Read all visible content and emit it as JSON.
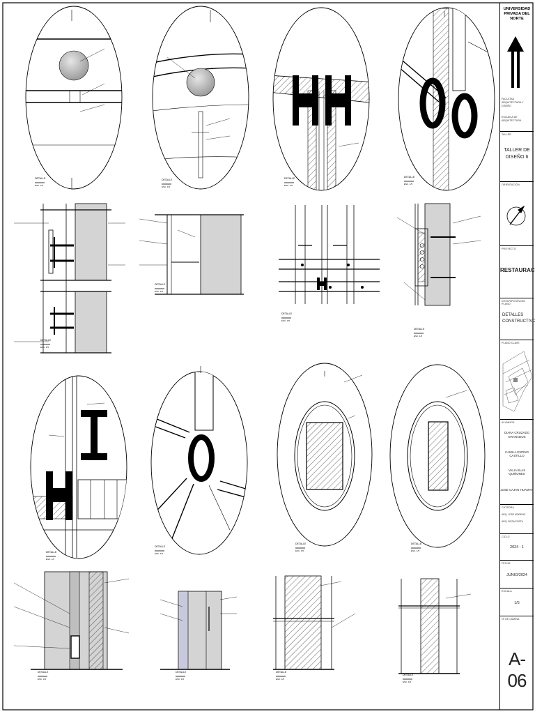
{
  "title_block": {
    "university": "UNIVERSIDAD PRIVADA DEL NORTE",
    "faculty": "FACULTAD ARQUITECTURA Y DISEÑO",
    "school": "ESCUELA DE ARQUITECTURA",
    "course_label": "TALLER",
    "course_name": "TALLER DE DISEÑO 6",
    "orientation_label": "ORIENTACIÓN",
    "project_label": "PROYECTO",
    "project_name": "RESTAURACIÓN",
    "description_label": "DESCRIPCIÓN DEL PLANO",
    "description": "DETALLES CONSTRUCTIVOS",
    "key_plan_label": "PLANO CLAVE",
    "students_label": "ALUMNOS",
    "students": [
      "DIANA CRUZADO GRANADOS",
      "CAMILA ESPINO CASTILLO",
      "VALIA BLAS QUIÑONES",
      "JOSE CAJAN HUAMAN"
    ],
    "chair_label": "CÁTEDRA",
    "professors": [
      "ARQ. JOSE MORENO",
      "ARQ. ROSA POSTA"
    ],
    "cycle_label": "CICLO",
    "cycle": "2024 - 1",
    "date_label": "FECHA",
    "date": "JUNIO/2024",
    "scale_label": "ESCALA",
    "scale": "1/5",
    "sheet_label": "Nº DE LÁMINA",
    "sheet_number": "A-06"
  },
  "detail_tag": "DETALLE",
  "detail_scale": "ESC. 1/5",
  "colors": {
    "ink": "#000000",
    "fill_gray": "#d4d4d4",
    "sphere": "#bdbdbd",
    "paper": "#ffffff"
  }
}
